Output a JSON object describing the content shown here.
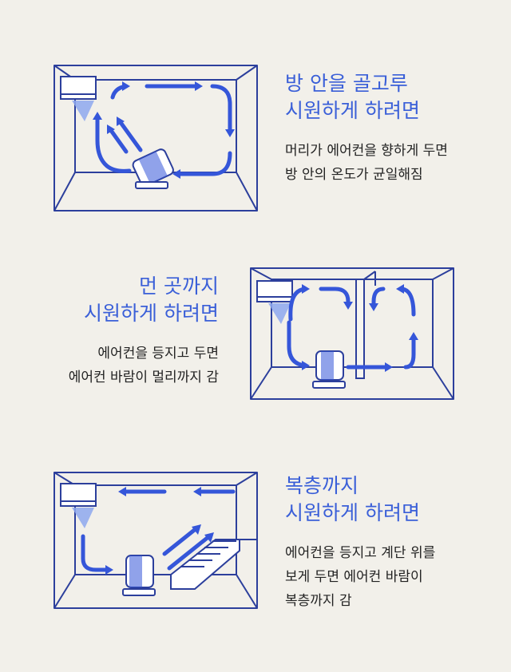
{
  "colors": {
    "background": "#f2f0ea",
    "accent": "#3a5fd8",
    "line": "#2c3f9c",
    "text": "#222222"
  },
  "sections": [
    {
      "title_lines": [
        "방 안을 골고루",
        "시원하게 하려면"
      ],
      "desc_lines": [
        "머리가 에어컨을 향하게 두면",
        "방 안의 온도가 균일해짐"
      ]
    },
    {
      "title_lines": [
        "먼 곳까지",
        "시원하게 하려면"
      ],
      "desc_lines": [
        "에어컨을 등지고 두면",
        "에어컨 바람이 멀리까지 감"
      ]
    },
    {
      "title_lines": [
        "복층까지",
        "시원하게 하려면"
      ],
      "desc_lines": [
        "에어컨을 등지고 계단 위를",
        "보게 두면 에어컨 바람이",
        "복층까지 감"
      ]
    }
  ]
}
